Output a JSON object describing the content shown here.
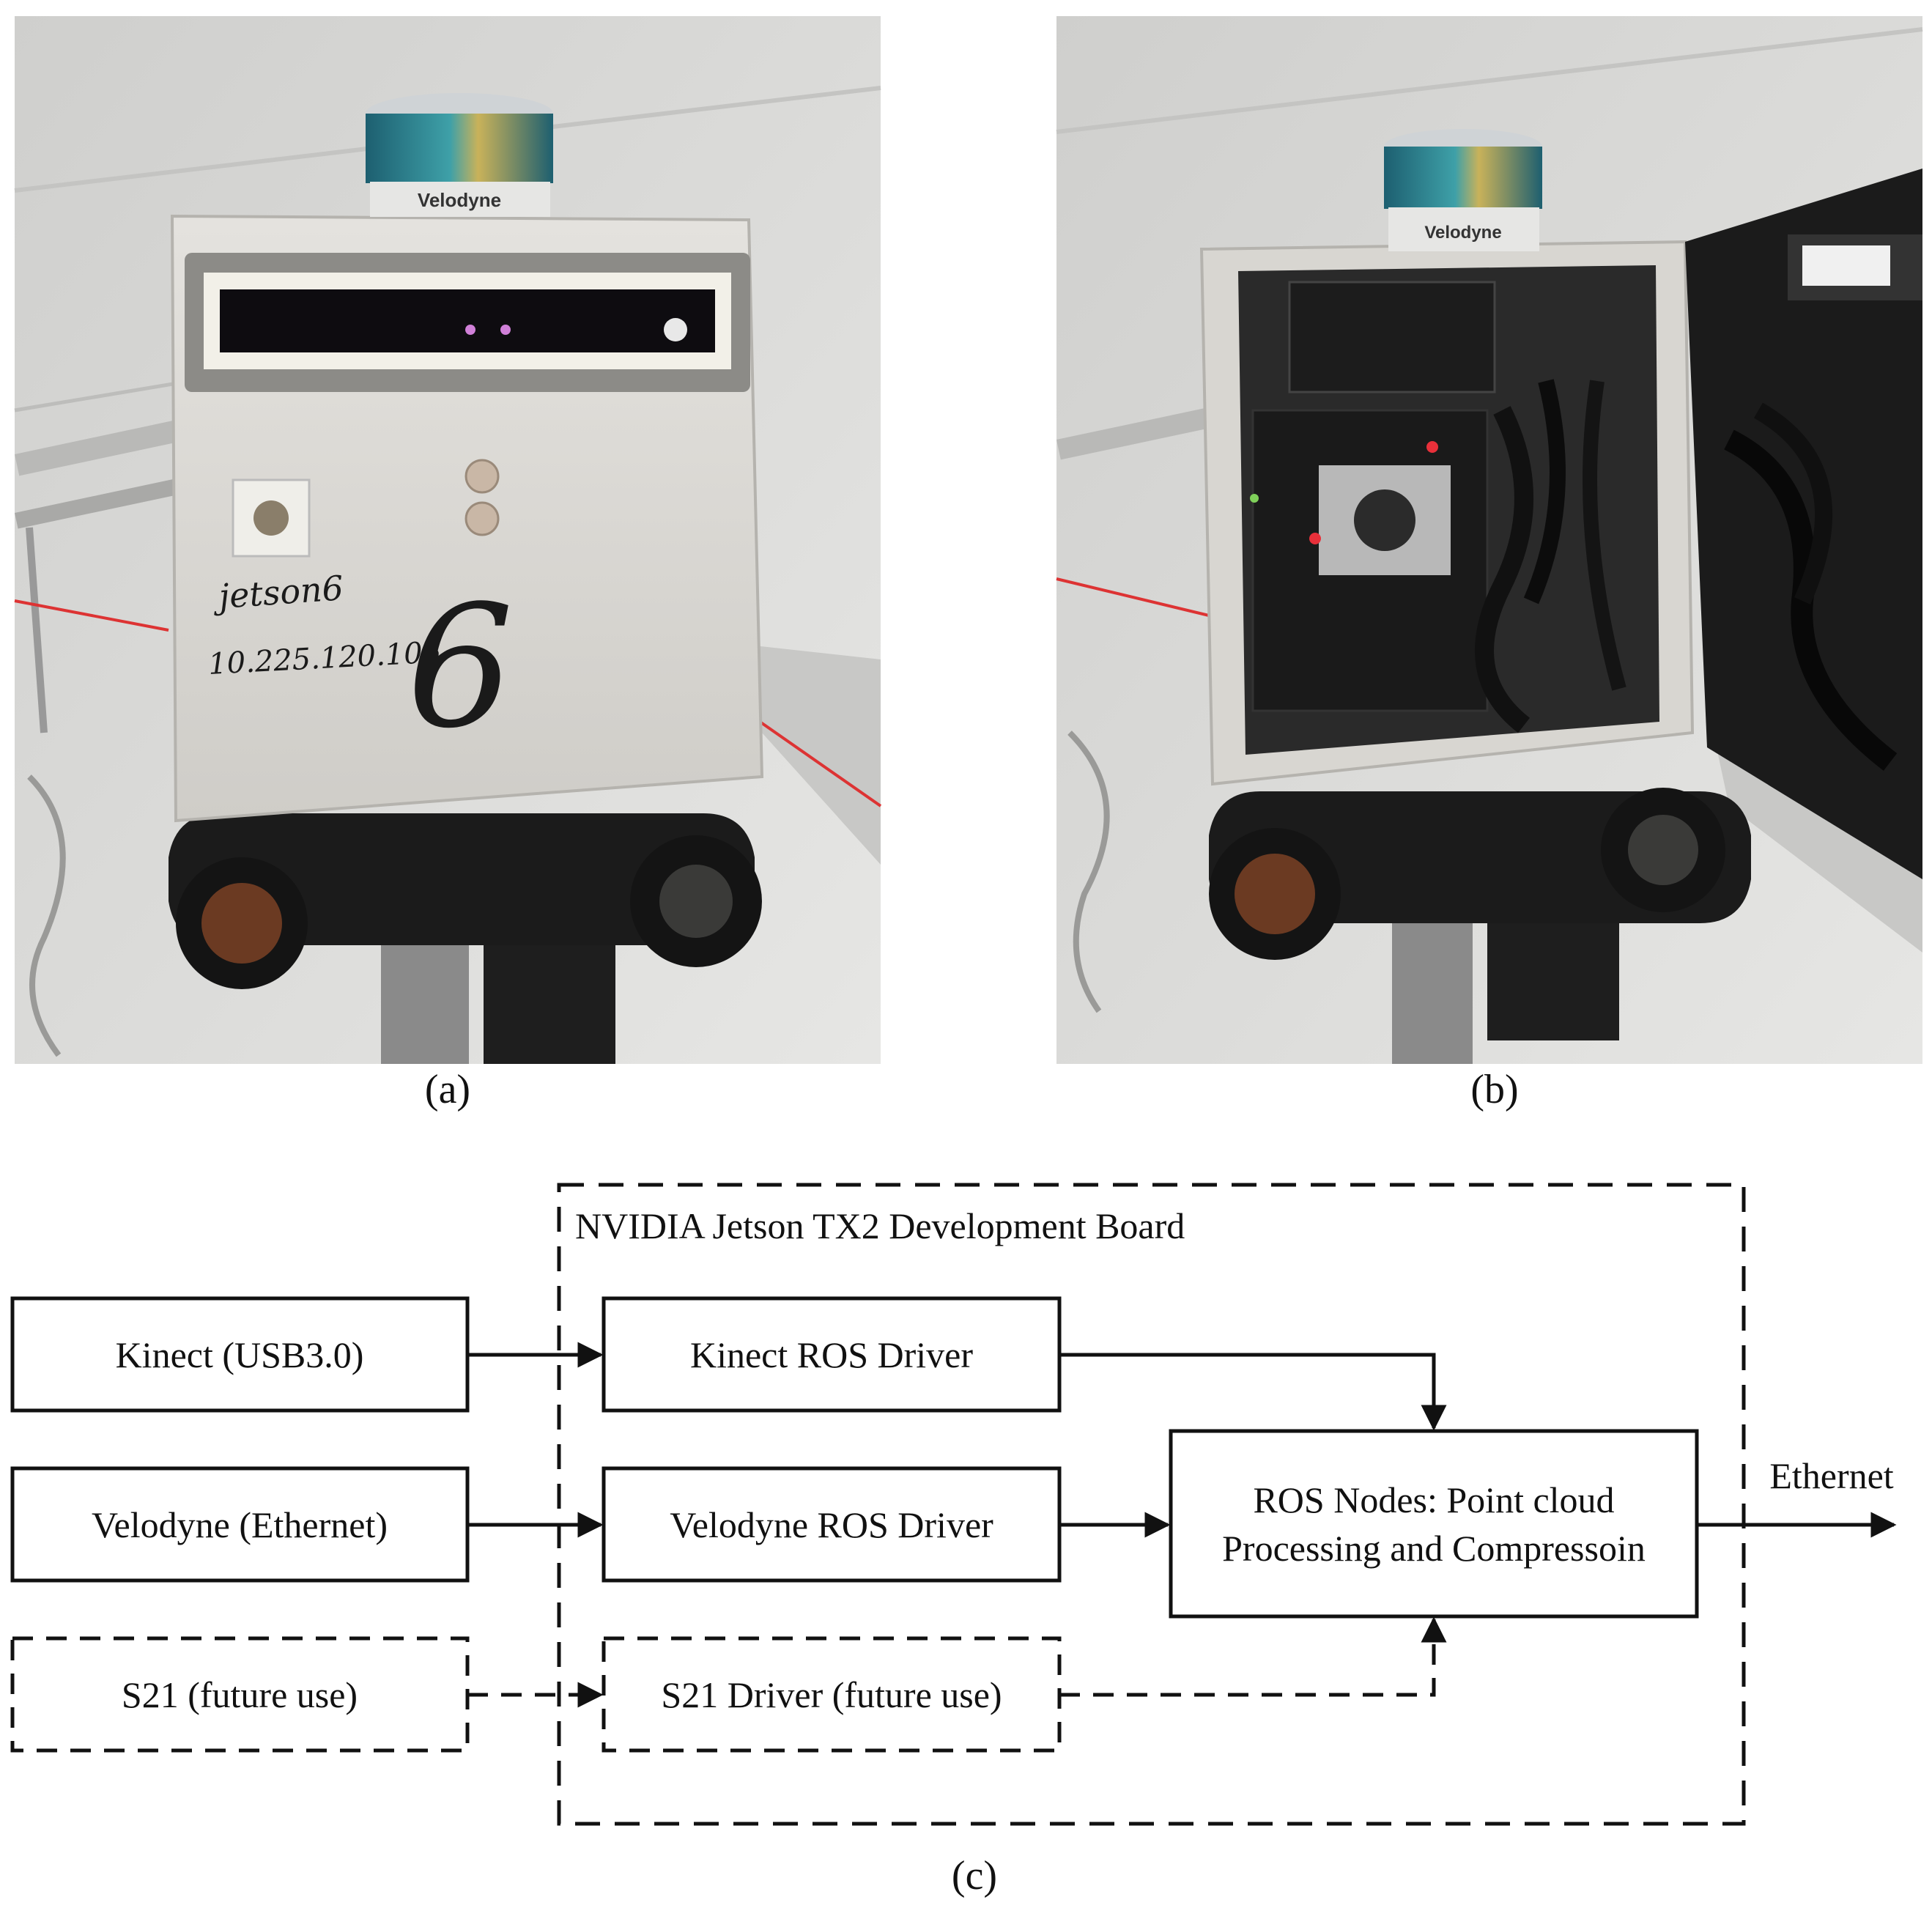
{
  "panels": {
    "a": {
      "caption": "(a)",
      "photo": {
        "lidar_brand": "Velodyne",
        "hostname": "jetson6",
        "ip_address": "10.225.120.106",
        "box_number": "6"
      }
    },
    "b": {
      "caption": "(b)",
      "photo": {
        "lidar_brand": "Velodyne"
      }
    },
    "c": {
      "caption": "(c)",
      "board_label": "NVIDIA Jetson TX2 Development Board",
      "inputs": [
        {
          "label": "Kinect (USB3.0)",
          "style": "solid"
        },
        {
          "label": "Velodyne (Ethernet)",
          "style": "solid"
        },
        {
          "label": "S21 (future use)",
          "style": "dashed"
        }
      ],
      "drivers": [
        {
          "label": "Kinect ROS Driver",
          "style": "solid"
        },
        {
          "label": "Velodyne ROS Driver",
          "style": "solid"
        },
        {
          "label": "S21 Driver (future use)",
          "style": "dashed"
        }
      ],
      "processing": {
        "line1": "ROS Nodes: Point cloud",
        "line2": "Processing and Compressoin"
      },
      "output_label": "Ethernet"
    }
  },
  "colors": {
    "ink": "#111111",
    "lidar_band": "#2e7f8f",
    "enclosure": "#dcdad6",
    "ceiling": "#d6d6d4",
    "board": "#2a2a2a",
    "status_led": "#e8303a"
  }
}
